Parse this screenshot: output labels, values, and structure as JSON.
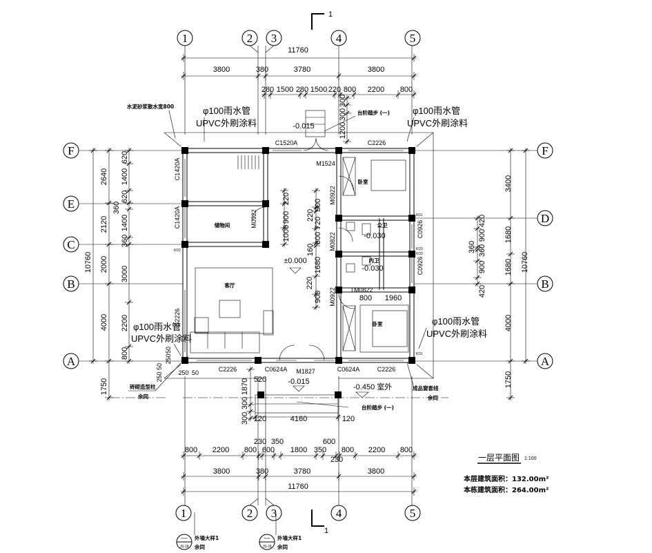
{
  "section_mark": {
    "top": "1",
    "bottom": "1"
  },
  "axes": {
    "vertical": [
      "1",
      "2",
      "3",
      "4",
      "5"
    ],
    "left": [
      "F",
      "E",
      "C",
      "B",
      "A"
    ],
    "right": [
      "F",
      "D",
      "B",
      "A"
    ]
  },
  "dims": {
    "top_total": "11760",
    "top_axes": [
      "3800",
      "380",
      "3780",
      "3800"
    ],
    "top_detail": [
      "280",
      "1500",
      "280",
      "1500",
      "220",
      "800",
      "2200",
      "800"
    ],
    "bottom_detail": [
      "800",
      "2200",
      "800",
      "230",
      "600",
      "350",
      "1800",
      "350",
      "600",
      "230",
      "800",
      "2200",
      "800"
    ],
    "bottom_axes": [
      "3800",
      "380",
      "3780",
      "3800"
    ],
    "bottom_total": "11760",
    "left_total": "10760",
    "left_axes": [
      "2640",
      "2120",
      "2000",
      "4000",
      "1750"
    ],
    "left_detail": [
      "620",
      "1400",
      "620",
      "360",
      "1400",
      "360",
      "3000",
      "2200",
      "800"
    ],
    "right_total": "10760",
    "right_axes": [
      "3400",
      "1680",
      "1680",
      "4000",
      "1750"
    ],
    "right_detail": [
      "420",
      "900",
      "360",
      "360",
      "900",
      "420"
    ],
    "storage": [
      "220",
      "900",
      "1000"
    ],
    "corridor": [
      "900",
      "220",
      "720",
      "800",
      "160",
      "1680",
      "900",
      "220"
    ],
    "entry_top": [
      "1200",
      "300",
      "300"
    ],
    "porch": [
      "520",
      "1870",
      "300",
      "300",
      "120",
      "4160",
      "120"
    ],
    "bedroom2": [
      "800",
      "1960"
    ],
    "corner": [
      "250",
      "50",
      "250",
      "50",
      "250",
      "50"
    ]
  },
  "notes": {
    "apron": "水泥砂浆散水宽800",
    "pipe_1": "φ100雨水管",
    "pipe_2": "UPVC外刷涂料",
    "step": "台阶踏步 (一)",
    "window_trim": "成品窗套线",
    "brick_column": "砖砌造型柱",
    "same": "余同",
    "detail_ref": "外墙大样1",
    "detail_num": "—",
    "detail_sheet": "JS-18",
    "outdoor": "-0.450 室外"
  },
  "levels": {
    "entry_top": "-0.015",
    "main": "±0.000",
    "bath1": "-0.030",
    "bath2": "-0.030",
    "porch": "-0.015"
  },
  "rooms": {
    "bedroom": "卧室",
    "public_bath": "公卫",
    "ensuite": "内卫",
    "storage": "储物间",
    "living": "客厅"
  },
  "openings": {
    "c1520a": "C1520A",
    "c2226": "C2226",
    "m1524": "M1524",
    "c1420a": "C1420A",
    "m0922": "M0922",
    "m0822": "M0822",
    "c0926": "C0926",
    "tm0822": "TM0822",
    "c0624a": "C0624A",
    "m1827": "M1827",
    "kd1": "KD1",
    "kd2": "KD2",
    "kd3": "KD3"
  },
  "title": {
    "name": "一层平面图",
    "scale": "1:100",
    "floor_area": "本层建筑面积：132.00m²",
    "building_area": "本栋建筑面积：264.00m²"
  }
}
